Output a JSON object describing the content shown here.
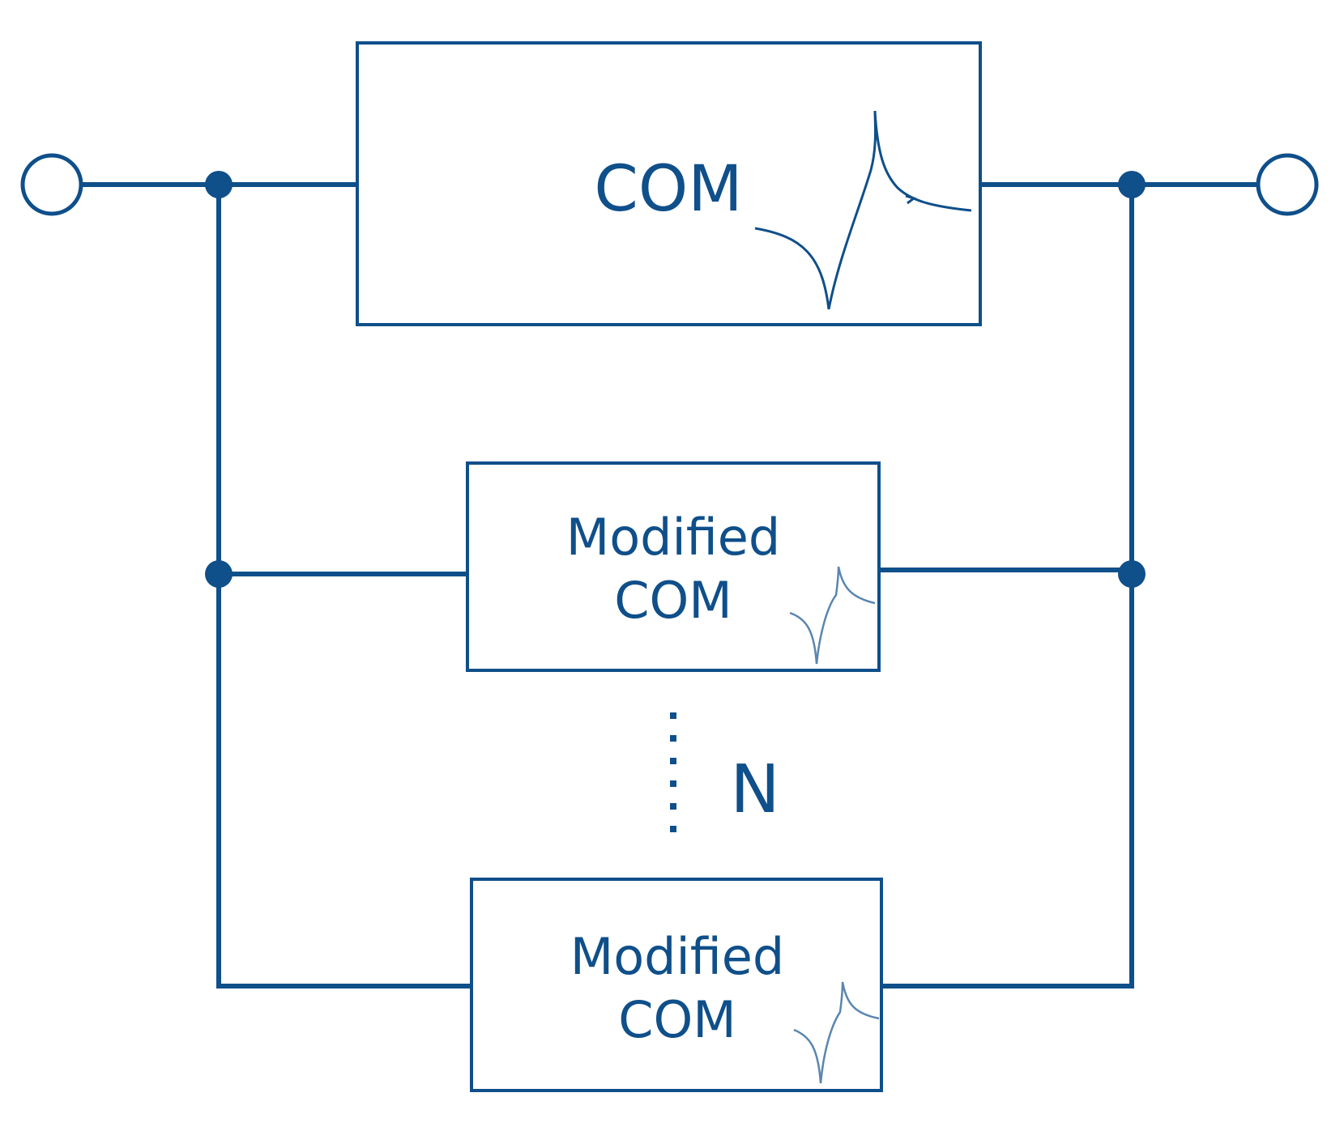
{
  "diagram": {
    "main_block": {
      "label": "COM"
    },
    "branch_block_1": {
      "line1": "Modified",
      "line2": "COM"
    },
    "branch_block_2": {
      "line1": "Modified",
      "line2": "COM"
    },
    "branch_count": {
      "label": "N"
    },
    "colors": {
      "primary": "#0f4f8a",
      "secondary_curve": "#5a86b0",
      "background": "#ffffff"
    }
  }
}
